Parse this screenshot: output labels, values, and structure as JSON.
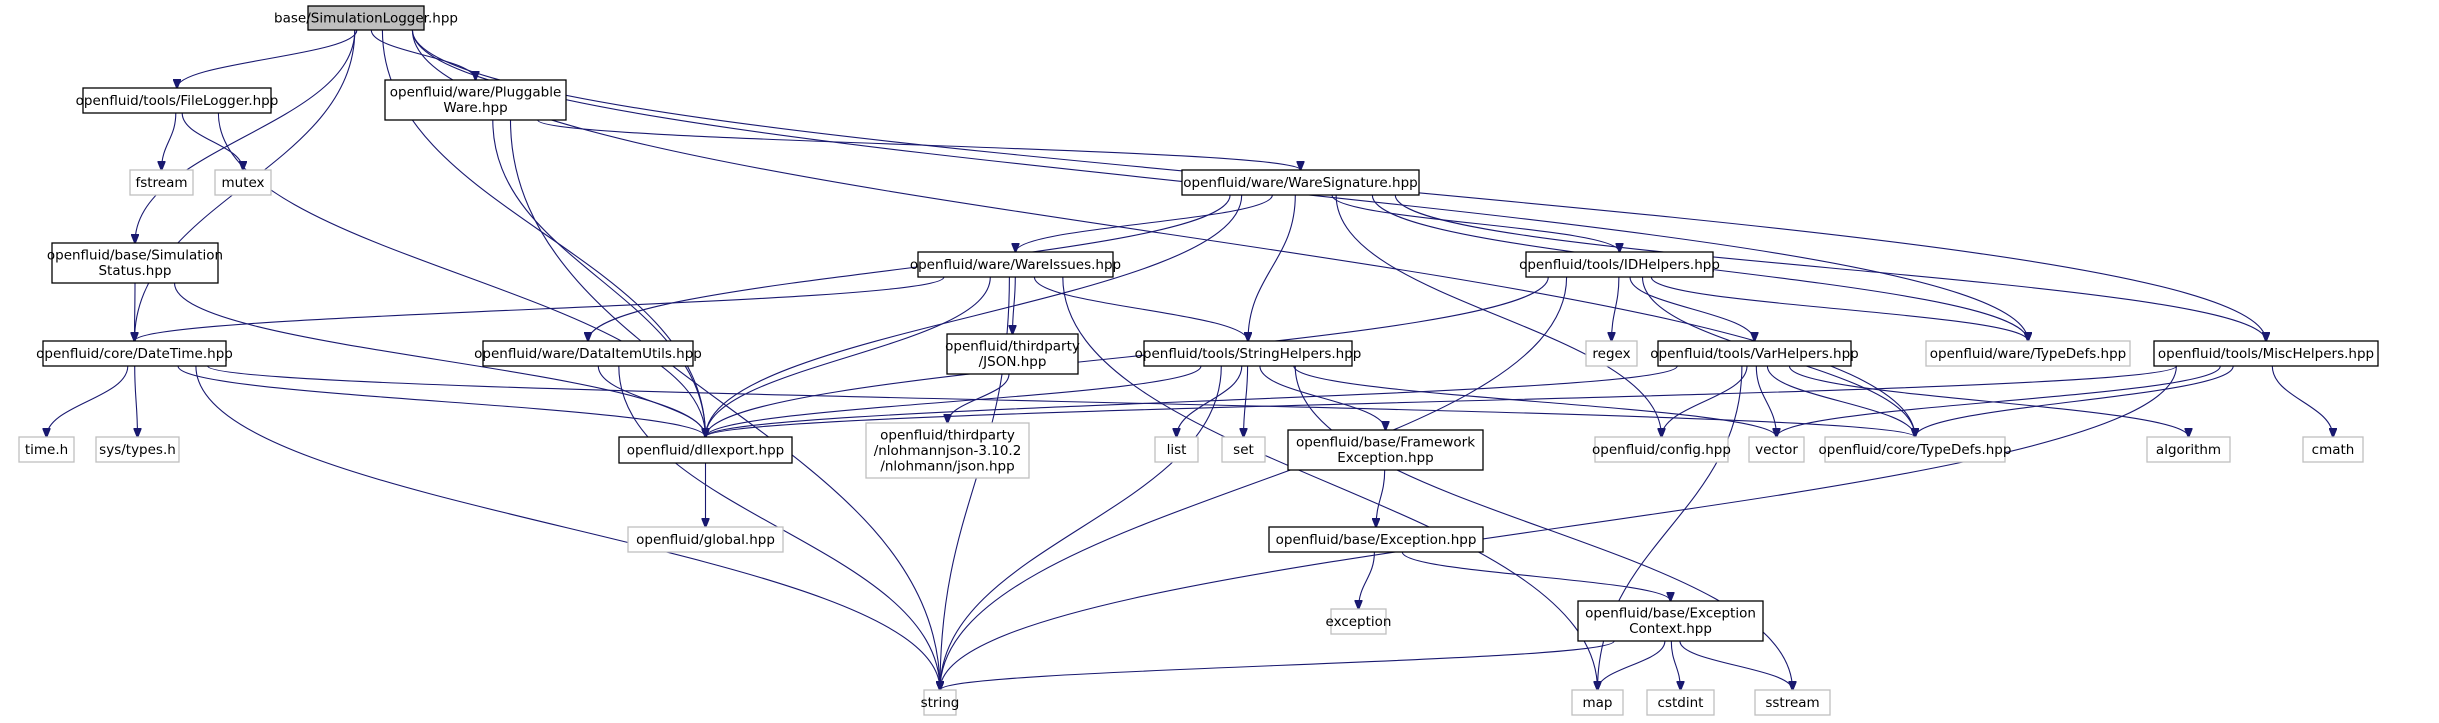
{
  "title": "base/SimulationLogger.hpp include dependency graph",
  "colors": {
    "edge": "#191970",
    "root_fill": "#bfbfbf",
    "local_border": "#000000",
    "system_border": "#bfbfbf"
  },
  "nodes": [
    {
      "id": "root",
      "kind": "root",
      "lines": [
        "base/SimulationLogger.hpp"
      ]
    },
    {
      "id": "filelogger",
      "kind": "local",
      "lines": [
        "openfluid/tools/FileLogger.hpp"
      ]
    },
    {
      "id": "pluggable",
      "kind": "local",
      "lines": [
        "openfluid/ware/Pluggable",
        "Ware.hpp"
      ]
    },
    {
      "id": "fstream",
      "kind": "system",
      "lines": [
        "fstream"
      ]
    },
    {
      "id": "mutex",
      "kind": "system",
      "lines": [
        "mutex"
      ]
    },
    {
      "id": "simstatus",
      "kind": "local",
      "lines": [
        "openfluid/base/Simulation",
        "Status.hpp"
      ]
    },
    {
      "id": "datetime",
      "kind": "local",
      "lines": [
        "openfluid/core/DateTime.hpp"
      ]
    },
    {
      "id": "timeh",
      "kind": "system",
      "lines": [
        "time.h"
      ]
    },
    {
      "id": "systypes",
      "kind": "system",
      "lines": [
        "sys/types.h"
      ]
    },
    {
      "id": "dataitem",
      "kind": "local",
      "lines": [
        "openfluid/ware/DataItemUtils.hpp"
      ]
    },
    {
      "id": "dllexport",
      "kind": "local",
      "lines": [
        "openfluid/dllexport.hpp"
      ]
    },
    {
      "id": "global",
      "kind": "system",
      "lines": [
        "openfluid/global.hpp"
      ]
    },
    {
      "id": "nlohmann",
      "kind": "system",
      "lines": [
        "openfluid/thirdparty",
        "/nlohmannjson-3.10.2",
        "/nlohmann/json.hpp"
      ]
    },
    {
      "id": "waresig",
      "kind": "local",
      "lines": [
        "openfluid/ware/WareSignature.hpp"
      ]
    },
    {
      "id": "wareissues",
      "kind": "local",
      "lines": [
        "openfluid/ware/WareIssues.hpp"
      ]
    },
    {
      "id": "json",
      "kind": "local",
      "lines": [
        "openfluid/thirdparty",
        "/JSON.hpp"
      ]
    },
    {
      "id": "stringhelpers",
      "kind": "local",
      "lines": [
        "openfluid/tools/StringHelpers.hpp"
      ]
    },
    {
      "id": "list",
      "kind": "system",
      "lines": [
        "list"
      ]
    },
    {
      "id": "set",
      "kind": "system",
      "lines": [
        "set"
      ]
    },
    {
      "id": "fwexception",
      "kind": "local",
      "lines": [
        "openfluid/base/Framework",
        "Exception.hpp"
      ]
    },
    {
      "id": "exceptionhpp",
      "kind": "local",
      "lines": [
        "openfluid/base/Exception.hpp"
      ]
    },
    {
      "id": "exception",
      "kind": "system",
      "lines": [
        "exception"
      ]
    },
    {
      "id": "exccontext",
      "kind": "local",
      "lines": [
        "openfluid/base/Exception",
        "Context.hpp"
      ]
    },
    {
      "id": "string",
      "kind": "system",
      "lines": [
        "string"
      ]
    },
    {
      "id": "map",
      "kind": "system",
      "lines": [
        "map"
      ]
    },
    {
      "id": "cstdint",
      "kind": "system",
      "lines": [
        "cstdint"
      ]
    },
    {
      "id": "sstream",
      "kind": "system",
      "lines": [
        "sstream"
      ]
    },
    {
      "id": "idhelpers",
      "kind": "local",
      "lines": [
        "openfluid/tools/IDHelpers.hpp"
      ]
    },
    {
      "id": "regex",
      "kind": "system",
      "lines": [
        "regex"
      ]
    },
    {
      "id": "varhelpers",
      "kind": "local",
      "lines": [
        "openfluid/tools/VarHelpers.hpp"
      ]
    },
    {
      "id": "waretypedefs",
      "kind": "system",
      "lines": [
        "openfluid/ware/TypeDefs.hpp"
      ]
    },
    {
      "id": "mischelpers",
      "kind": "local",
      "lines": [
        "openfluid/tools/MiscHelpers.hpp"
      ]
    },
    {
      "id": "config",
      "kind": "system",
      "lines": [
        "openfluid/config.hpp"
      ]
    },
    {
      "id": "vector",
      "kind": "system",
      "lines": [
        "vector"
      ]
    },
    {
      "id": "coretypedefs",
      "kind": "system",
      "lines": [
        "openfluid/core/TypeDefs.hpp"
      ]
    },
    {
      "id": "algorithm",
      "kind": "system",
      "lines": [
        "algorithm"
      ]
    },
    {
      "id": "cmath",
      "kind": "system",
      "lines": [
        "cmath"
      ]
    }
  ],
  "edges": [
    [
      "root",
      "filelogger"
    ],
    [
      "root",
      "pluggable"
    ],
    [
      "root",
      "simstatus"
    ],
    [
      "root",
      "datetime"
    ],
    [
      "root",
      "dllexport"
    ],
    [
      "root",
      "waretypedefs"
    ],
    [
      "root",
      "mischelpers"
    ],
    [
      "root",
      "coretypedefs"
    ],
    [
      "filelogger",
      "fstream"
    ],
    [
      "filelogger",
      "mutex"
    ],
    [
      "filelogger",
      "dllexport"
    ],
    [
      "pluggable",
      "waresig"
    ],
    [
      "pluggable",
      "dllexport"
    ],
    [
      "pluggable",
      "string"
    ],
    [
      "simstatus",
      "datetime"
    ],
    [
      "simstatus",
      "dllexport"
    ],
    [
      "datetime",
      "timeh"
    ],
    [
      "datetime",
      "systypes"
    ],
    [
      "datetime",
      "string"
    ],
    [
      "datetime",
      "dllexport"
    ],
    [
      "datetime",
      "coretypedefs"
    ],
    [
      "dataitem",
      "dllexport"
    ],
    [
      "dataitem",
      "string"
    ],
    [
      "dllexport",
      "global"
    ],
    [
      "waresig",
      "wareissues"
    ],
    [
      "waresig",
      "dataitem"
    ],
    [
      "waresig",
      "dllexport"
    ],
    [
      "waresig",
      "stringhelpers"
    ],
    [
      "waresig",
      "idhelpers"
    ],
    [
      "waresig",
      "config"
    ],
    [
      "waresig",
      "waretypedefs"
    ],
    [
      "waresig",
      "mischelpers"
    ],
    [
      "wareissues",
      "datetime"
    ],
    [
      "wareissues",
      "dllexport"
    ],
    [
      "wareissues",
      "json"
    ],
    [
      "wareissues",
      "string"
    ],
    [
      "wareissues",
      "map"
    ],
    [
      "wareissues",
      "stringhelpers"
    ],
    [
      "json",
      "nlohmann"
    ],
    [
      "stringhelpers",
      "dllexport"
    ],
    [
      "stringhelpers",
      "string"
    ],
    [
      "stringhelpers",
      "list"
    ],
    [
      "stringhelpers",
      "set"
    ],
    [
      "stringhelpers",
      "fwexception"
    ],
    [
      "stringhelpers",
      "sstream"
    ],
    [
      "stringhelpers",
      "vector"
    ],
    [
      "fwexception",
      "exceptionhpp"
    ],
    [
      "exceptionhpp",
      "exception"
    ],
    [
      "exceptionhpp",
      "exccontext"
    ],
    [
      "exccontext",
      "string"
    ],
    [
      "exccontext",
      "map"
    ],
    [
      "exccontext",
      "cstdint"
    ],
    [
      "exccontext",
      "sstream"
    ],
    [
      "idhelpers",
      "dllexport"
    ],
    [
      "idhelpers",
      "regex"
    ],
    [
      "idhelpers",
      "varhelpers"
    ],
    [
      "idhelpers",
      "waretypedefs"
    ],
    [
      "idhelpers",
      "string"
    ],
    [
      "idhelpers",
      "coretypedefs"
    ],
    [
      "varhelpers",
      "dllexport"
    ],
    [
      "varhelpers",
      "config"
    ],
    [
      "varhelpers",
      "vector"
    ],
    [
      "varhelpers",
      "coretypedefs"
    ],
    [
      "varhelpers",
      "algorithm"
    ],
    [
      "varhelpers",
      "map"
    ],
    [
      "mischelpers",
      "dllexport"
    ],
    [
      "mischelpers",
      "vector"
    ],
    [
      "mischelpers",
      "coretypedefs"
    ],
    [
      "mischelpers",
      "cmath"
    ],
    [
      "mischelpers",
      "string"
    ]
  ]
}
